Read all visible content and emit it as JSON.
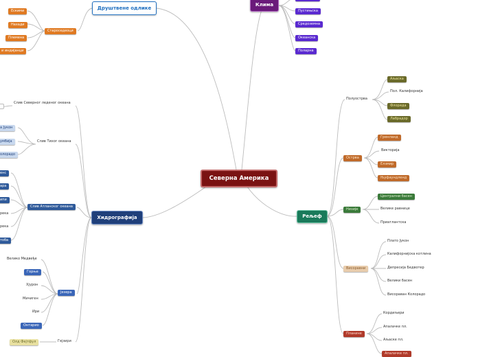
{
  "root": "Северна Америка",
  "branches": {
    "society": {
      "label": "Друштвене одлике",
      "natives": "Староседеоци",
      "native_items": [
        "Ескими",
        "Нахади",
        "Племена",
        "и индијанци"
      ]
    },
    "climate": {
      "label": "Клима",
      "items": [
        "Пустињска",
        "Средоземна",
        "Океанска",
        "Поларна"
      ]
    },
    "hydrography": {
      "label": "Хидрографија",
      "arctic": "Слив Северног леденог океана",
      "pacific": "Слив Тихог океана",
      "pacific_items": [
        "а Јукон",
        "умбија",
        "олорадо"
      ],
      "atlantic": "Слив Атланског океана",
      "atlantic_items": [
        "енс",
        "ара",
        "ипи",
        "река",
        "река",
        "тоба"
      ],
      "lakes": "Језера",
      "lake_items": [
        "Велико Медвеђе",
        "Горње",
        "Хјурон",
        "Мичиген",
        "Ири",
        "Онтарио"
      ],
      "geysers": "Гејзири",
      "geyser_items": [
        "Олд Фејтфул"
      ]
    },
    "relief": {
      "label": "Рељеф",
      "peninsulas": "Полуострва",
      "peninsula_items": [
        "Аљаска",
        "Пол. Калифорнија",
        "Флорида",
        "Лабрадор"
      ],
      "islands": "Острва",
      "island_items": [
        "Гренланд",
        "Викторија",
        "Елзмир",
        "Њуфаундленд"
      ],
      "lowlands": "Низије",
      "lowland_items": [
        "Централни басен",
        "Велике равнице",
        "Приатлантска"
      ],
      "plateaus": "Висоравни",
      "plateau_items": [
        "Плато Јукон",
        "Калифорнијска котлина",
        "Депресија Бедвотер",
        "Велики басен",
        "Висораван Колорадо"
      ],
      "mountains": "Планине",
      "mountain_items": [
        "Кордиљери",
        "Апалачке пл.",
        "Аљаске пл.",
        "Апалачке пл."
      ]
    }
  },
  "colors": {
    "root_fill": "#7a1212",
    "society": "#1f6fc0",
    "climate": "#6a1a7a",
    "hydrography": "#1f3f7a",
    "relief": "#1a7a5a",
    "orange": "#e07a22",
    "purple": "#5a2ad0",
    "blue": "#3a66b8",
    "olive": "#6a6a2a",
    "brown": "#c06a2a",
    "green": "#3a7a3a",
    "tan": "#d8b48a",
    "red": "#b03a2a",
    "link": "#bcbcbc"
  }
}
